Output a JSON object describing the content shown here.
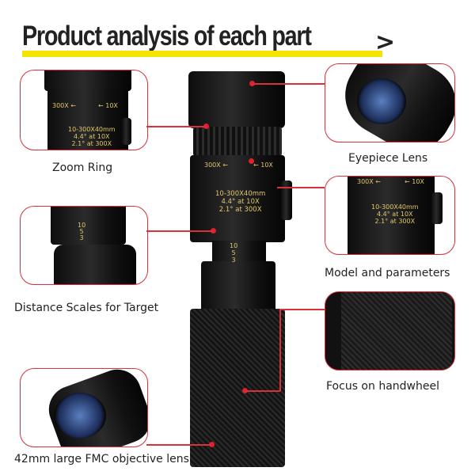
{
  "title": "Product analysis of each part",
  "title_icon": "double-chevron-right-icon",
  "accent_color": "#d9303a",
  "highlight_color": "#f7e300",
  "device": {
    "mark_300x": "300X ←",
    "mark_10x": "← 10X",
    "model": "10-300X40mm",
    "fov_10x": "4.4° at 10X",
    "fov_300x": "2.1° at 300X",
    "scale_10": "10",
    "scale_5": "5",
    "scale_3": "3"
  },
  "callouts": {
    "zoom_ring": "Zoom Ring",
    "distance_scales": "Distance Scales for Target",
    "objective_lens": "42mm large FMC objective lens",
    "eyepiece": "Eyepiece Lens",
    "model_parameters": "Model and parameters",
    "handwheel": "Focus on handwheel"
  }
}
